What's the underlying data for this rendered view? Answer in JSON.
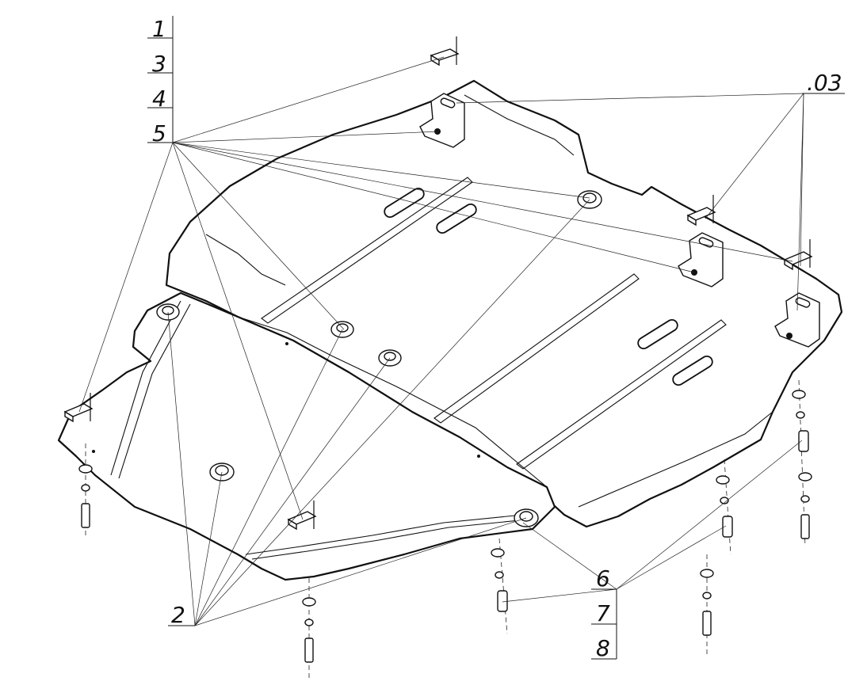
{
  "callouts": {
    "c1": "1",
    "c3": "3",
    "c4": "4",
    "c5": "5",
    "c03": ".03",
    "c2": "2",
    "c6": "6",
    "c7": "7",
    "c8": "8"
  }
}
